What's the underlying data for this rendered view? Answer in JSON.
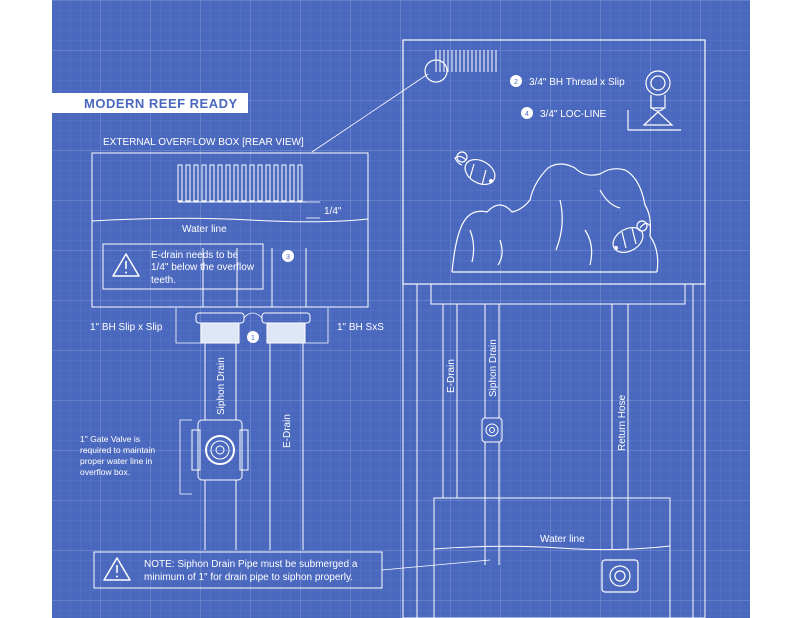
{
  "banner": "MODERN REEF READY",
  "overflow_box_title": "EXTERNAL OVERFLOW  BOX [REAR VIEW]",
  "quarter_inch": "1/4\"",
  "water_line_box": "Water line",
  "water_line_sump": "Water line",
  "edrain_warning": [
    "E-drain needs to be",
    "1/4\" below the overflow",
    "teeth."
  ],
  "label_bh_slip": "1\" BH Slip x Slip",
  "label_bh_sxs": "1\" BH SxS",
  "siphon_drain": "Siphon Drain",
  "e_drain": "E-Drain",
  "return_hose": "Return Hose",
  "gate_valve_note": [
    "1\" Gate Valve is",
    "required to maintain",
    "proper water line in",
    "overflow box."
  ],
  "callout_2": "3/4\" BH Thread x Slip",
  "callout_4": "3/4\" LOC-LINE",
  "badges": {
    "one": "1",
    "two": "2",
    "three": "3",
    "four": "4"
  },
  "siphon_note": [
    "NOTE: Siphon Drain Pipe must be submerged a",
    "minimum of 1\" for drain pipe to siphon properly."
  ],
  "colors": {
    "blueprint_bg": "#4a68be",
    "line": "#ffffff",
    "banner_text": "#4a68be"
  }
}
